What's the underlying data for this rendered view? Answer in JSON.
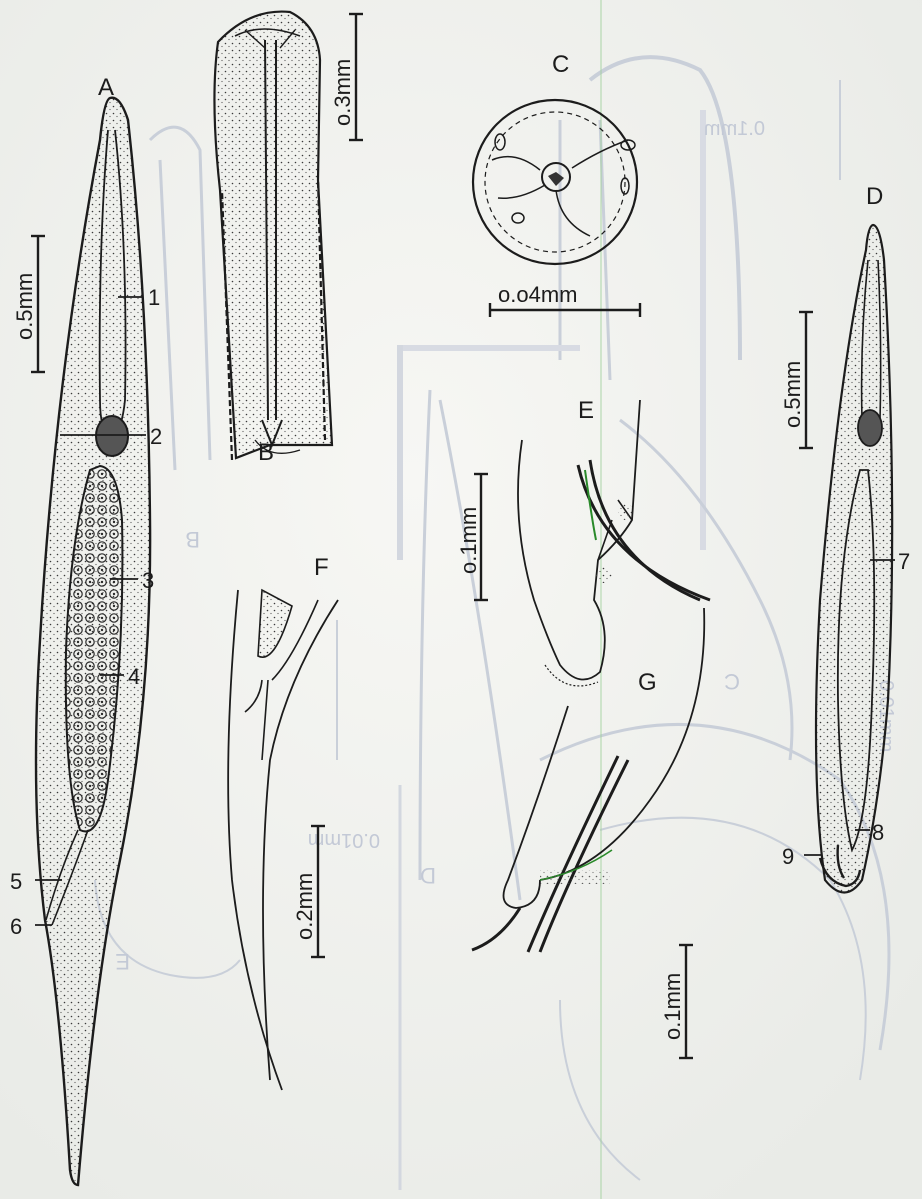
{
  "figure_labels": {
    "A": "A",
    "B": "B",
    "C": "C",
    "D": "D",
    "E": "E",
    "F": "F",
    "G": "G"
  },
  "scale_bars": {
    "A": "o.5mm",
    "B": "o.3mm",
    "C": "o.o4mm",
    "D": "o.5mm",
    "E": "o.1mm",
    "F": "o.2mm",
    "G": "o.1mm"
  },
  "callouts": [
    "1",
    "2",
    "3",
    "4",
    "5",
    "6",
    "7",
    "8",
    "9"
  ],
  "show_through": {
    "scale_1": "0.1mm",
    "scale_2": "0.01mm",
    "scale_3": "0.01mm",
    "letter_b": "B",
    "letter_c": "C",
    "letter_d": "D",
    "letter_e": "E"
  },
  "colors": {
    "paper": "#f1f2ef",
    "ink": "#1c1c1c",
    "bleed_through": "#c3c9d6",
    "green_line": "#9fd09a"
  }
}
